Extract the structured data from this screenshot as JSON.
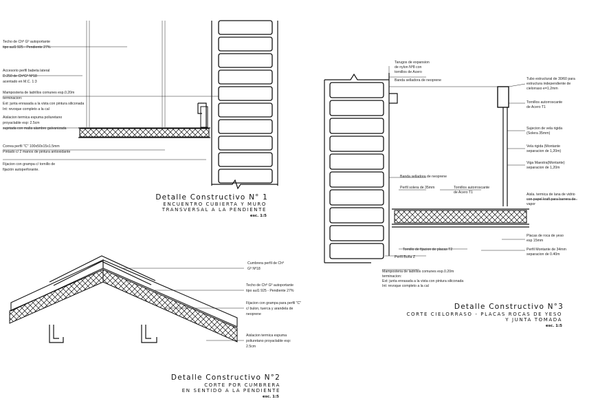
{
  "detail1": {
    "title": "Detalle Constructivo N° 1",
    "subtitle1": "ENCUENTRO CUBIERTA Y MURO",
    "subtitle2": "TRANSVERSAL A LA PENDIENTE",
    "scale": "esc. 1:5",
    "notes": [
      "Techo de Chº Gº autoportante",
      "tipo aul1 925 - Pendiente 27%",
      "Accesorio perfil babeta lateral",
      "D.250 de ChºGº Nº18",
      "acentado en M.C. 1:3",
      "Mamposteria de ladrillos comunes esp.0.20m",
      "terminacion:",
      "Ext: junta enrasada a la vista con pintura siliconada",
      "Int: revoque completo a la cal",
      "Aislacion termica espuma poliuretano",
      "proyactable esp: 2.5cm",
      "sujetada con malla alambre galvanizada",
      "Correa perfil \"C\" 100x50x15x1.5mm",
      "Pintado c/ 2 manos de pintura antioxidante",
      "Fijacion con grampa c/ tornillo de",
      "fijación autoperforante."
    ]
  },
  "detail2": {
    "title": "Detalle Constructivo N°2",
    "subtitle1": "CORTE POR CUMBRERA",
    "subtitle2": "EN SENTIDO A LA PENDIENTE",
    "scale": "esc. 1:5",
    "notes": [
      "Cumbrera perfil de Chº",
      "Gº Nº18",
      "Techo de Chº Gº autoportante",
      "tipo aul1 925 - Pendiente 27%",
      "Fijacion con grampa para perfil \"C\"",
      "c/ bulon, tuerca y arandela de",
      "neoprene",
      "Aislacion termica espuma",
      "poliuretano proyactable esp:",
      "2.5cm"
    ]
  },
  "detail3": {
    "title": "Detalle Constructivo N°3",
    "subtitle1": "CORTE CIELORRASO - PLACAS ROCAS DE YESO",
    "subtitle2": "Y JUNTA TOMADA",
    "scale": "esc. 1:5",
    "notes": [
      "Tarugos de expansion",
      "de nylon Nº8 con",
      "tornillos de Acero",
      "Banda selladora de neoprene",
      "Tubo estructural de 30/60 para",
      "estructura independiente de",
      "cielorraso e=1.2mm",
      "Tornillos autorroscante",
      "de Acero T1",
      "Sujecion de vela rigida",
      "(Solera 35mm)",
      "Vela rigida (Montante",
      "separacion de 1,20m)",
      "Viga Maestra(Montante)",
      "separacion de 1,20m",
      "Banda selladora de neoprene",
      "Perfil solera de 35mm",
      "Tornillos autorroscante",
      "de Acero T1",
      "Aisla. termica de lana de vidrio",
      "con papel kraft para barrera de",
      "vapor",
      "Placas de roca de yeso",
      "esp 15mm",
      "Perfil Montante de 34mm",
      "separacion de 0.40m",
      "Tornillo de fijacion de placas T2",
      "Perfil Buña Z",
      "Mamposteria de ladrillos comunes esp.0.20m",
      "terminacion:",
      "Ext: junta enrasada a la vista con pintura siliconada",
      "Int: revoque completo a la cal"
    ]
  }
}
